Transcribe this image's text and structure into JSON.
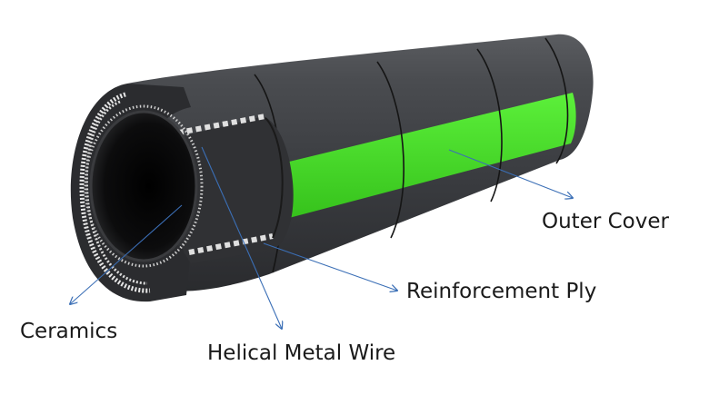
{
  "labels": {
    "outer_cover": "Outer Cover",
    "reinforcement_ply": "Reinforcement Ply",
    "ceramics": "Ceramics",
    "helical_metal_wire": "Helical Metal Wire"
  },
  "colors": {
    "hose_body": "#3a3c3f",
    "hose_dark": "#1c1d1f",
    "stripe": "#4be12c",
    "arrow": "#3b6fb6"
  }
}
